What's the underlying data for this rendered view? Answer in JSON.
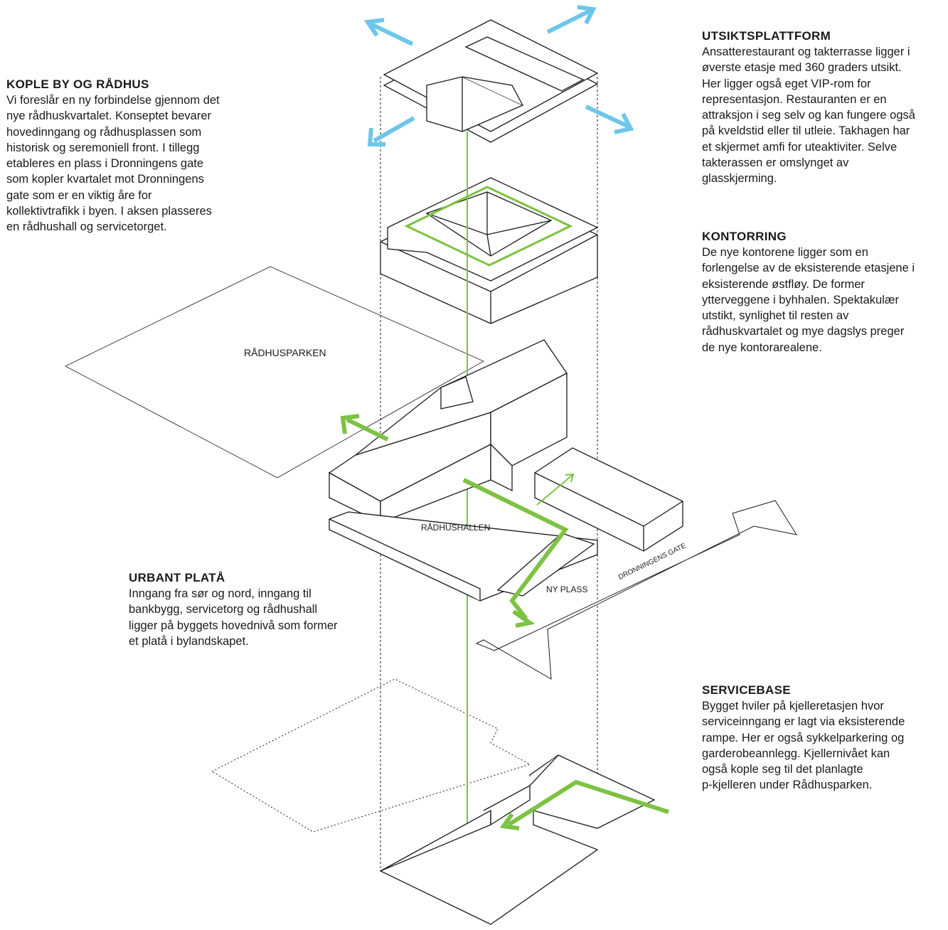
{
  "sections": {
    "kople": {
      "title": "KOPLE BY OG RÅDHUS",
      "lines": [
        "Vi foreslår en ny forbindelse gjennom det",
        "nye rådhuskvartalet. Konseptet bevarer",
        "hovedinngang og rådhusplassen som",
        "historisk og seremoniell front. I tillegg",
        "etableres en plass i Dronningens gate",
        "som kopler kvartalet mot Dronningens",
        "gate som er en viktig åre for",
        "kollektivtrafikk i byen. I aksen plasseres",
        "en rådhushall og servicetorget."
      ]
    },
    "utsikt": {
      "title": "UTSIKTSPLATTFORM",
      "lines": [
        "Ansatterestaurant og takterrasse ligger i",
        "øverste etasje med 360 graders utsikt.",
        "Her ligger også eget VIP-rom for",
        "representasjon. Restauranten er en",
        "attraksjon i seg selv og kan fungere også",
        "på kveldstid eller til utleie. Takhagen har",
        "et skjermet amfi for uteaktiviter. Selve",
        "takterassen er omslynget av",
        "glasskjerming."
      ]
    },
    "kontor": {
      "title": "KONTORRING",
      "lines": [
        "De nye kontorene ligger som en",
        "forlengelse av de eksisterende etasjene i",
        "eksisterende østfløy. De former",
        "ytterveggene i byhhalen. Spektakulær",
        "utstikt, synlighet til resten av",
        "rådhuskvartalet og mye dagslys preger",
        "de nye kontorarealene."
      ]
    },
    "urbant": {
      "title": "URBANT PLATÅ",
      "lines": [
        "Inngang fra sør og nord, inngang til",
        "bankbygg, servicetorg og rådhushall",
        "ligger på byggets hovednivå som former",
        "et platå i bylandskapet."
      ]
    },
    "service": {
      "title": "SERVICEBASE",
      "lines": [
        "Bygget hviler på kjelleretasjen hvor",
        "serviceinngang er lagt via eksisterende",
        "rampe. Her er også sykkelparkering og",
        "garderobeannlegg. Kjellernivået kan",
        "også kople seg til det planlagte",
        "p-kjelleren under Rådhusparken."
      ]
    }
  },
  "labels": {
    "park": "RÅDHUSPARKEN",
    "hall": "RÅDHUSHALLEN",
    "plass": "NY PLASS",
    "gate": "DRONNINGENS GATE"
  },
  "colors": {
    "green": "#7dc242",
    "blue": "#6ec6ea",
    "line": "#1a1a1a"
  }
}
